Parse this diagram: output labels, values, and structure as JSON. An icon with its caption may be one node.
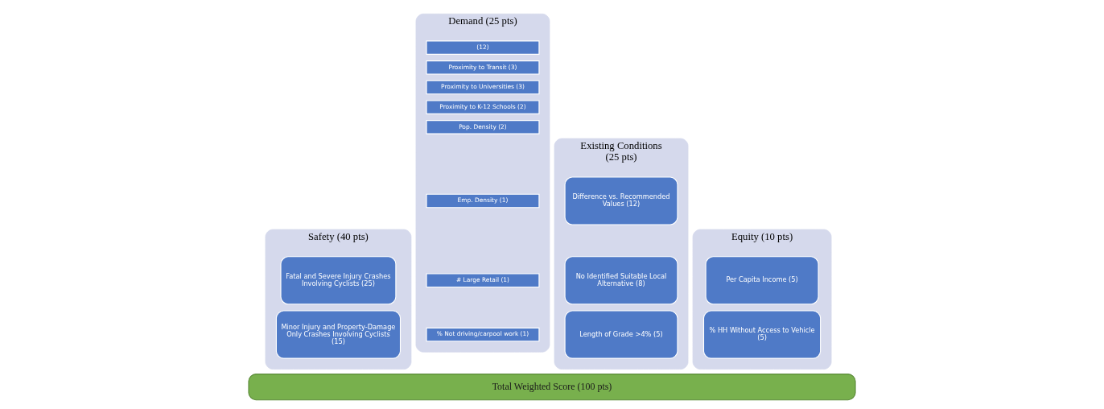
{
  "diagram": {
    "nodes": [
      {
        "text": [
          "Safety (40 pts)"
        ]
      },
      {
        "text": [
          "Fatal and Severe Injury Crashes Involving Cyclists (25)"
        ],
        "in": 0
      },
      {
        "text": [
          "Minor Injury and Property-Damage Only Crashes Involving Cyclists (15)"
        ],
        "in": 0
      },
      {
        "text": [
          "Demand (25 pts)"
        ]
      },
      {
        "text": [
          "(12)"
        ],
        "in": 3
      },
      {
        "text": [
          "Proximity to Transit (3)"
        ],
        "in": 3
      },
      {
        "text": [
          "Proximity to Universities (3)"
        ],
        "in": 3
      },
      {
        "text": [
          "Proximity to K-12 Schools (2)"
        ],
        "in": 3
      },
      {
        "text": [
          "Pop. Density (2)"
        ],
        "in": 3
      },
      {
        "text": [
          "Emp. Density (1)"
        ],
        "in": 3
      },
      {
        "text": [
          "# Large Retail (1)"
        ],
        "in": 3
      },
      {
        "text": [
          "% Not driving/carpool work (1)"
        ],
        "in": 3
      },
      {
        "text": [
          "Existing Conditions (25 pts)"
        ]
      },
      {
        "text": [
          "Difference vs. Recommended Values (12)"
        ],
        "in": 12
      },
      {
        "text": [
          "No Identified Suitable Local Alternative (8)"
        ],
        "in": 12
      },
      {
        "text": [
          "Length of Grade >4% (5)"
        ],
        "in": 12
      },
      {
        "text": [
          "Equity (10 pts)"
        ]
      },
      {
        "text": [
          "Per Capita Income (5)"
        ],
        "in": 16
      },
      {
        "text": [
          "% HH Without Access to Vehicle (5)"
        ],
        "in": 16
      },
      {
        "text": [
          "Total Weighted Score (100 pts)"
        ]
      }
    ],
    "edges": []
  }
}
